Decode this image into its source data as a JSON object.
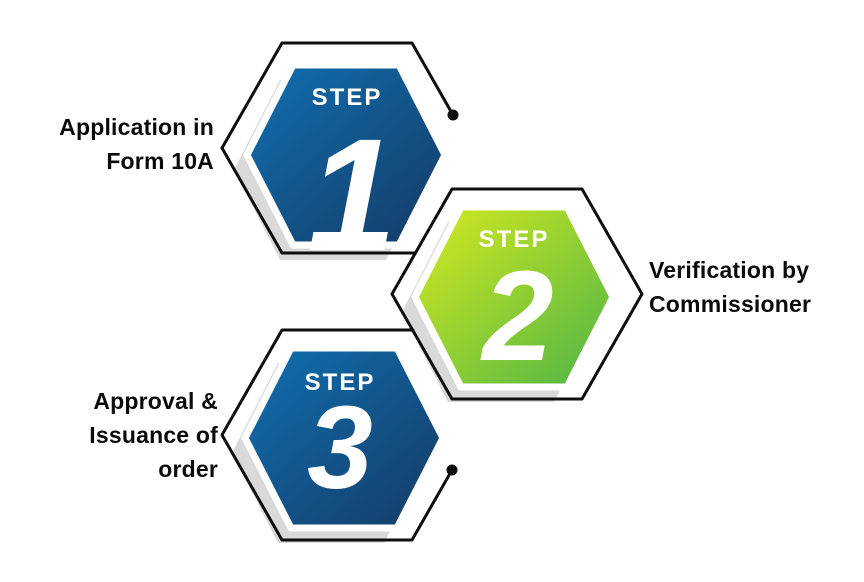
{
  "steps": [
    {
      "badge": "STEP",
      "number": "1",
      "label_lines": [
        "Application in",
        "Form 10A"
      ]
    },
    {
      "badge": "STEP",
      "number": "2",
      "label_lines": [
        "Verification by",
        "Commissioner"
      ]
    },
    {
      "badge": "STEP",
      "number": "3",
      "label_lines": [
        "Approval &",
        "Issuance of",
        "order"
      ]
    }
  ],
  "colors": {
    "blue_top": "#1070B2",
    "blue_bottom": "#153A64",
    "green_top": "#D7EA1F",
    "green_bottom": "#4CB447",
    "outline": "#0D0D0D",
    "shadow": "#D9D9D9",
    "hex_border": "#FFFFFF",
    "step_text": "#FFFFFF",
    "label_text": "#0A0A0A",
    "background": "#FFFFFF"
  }
}
